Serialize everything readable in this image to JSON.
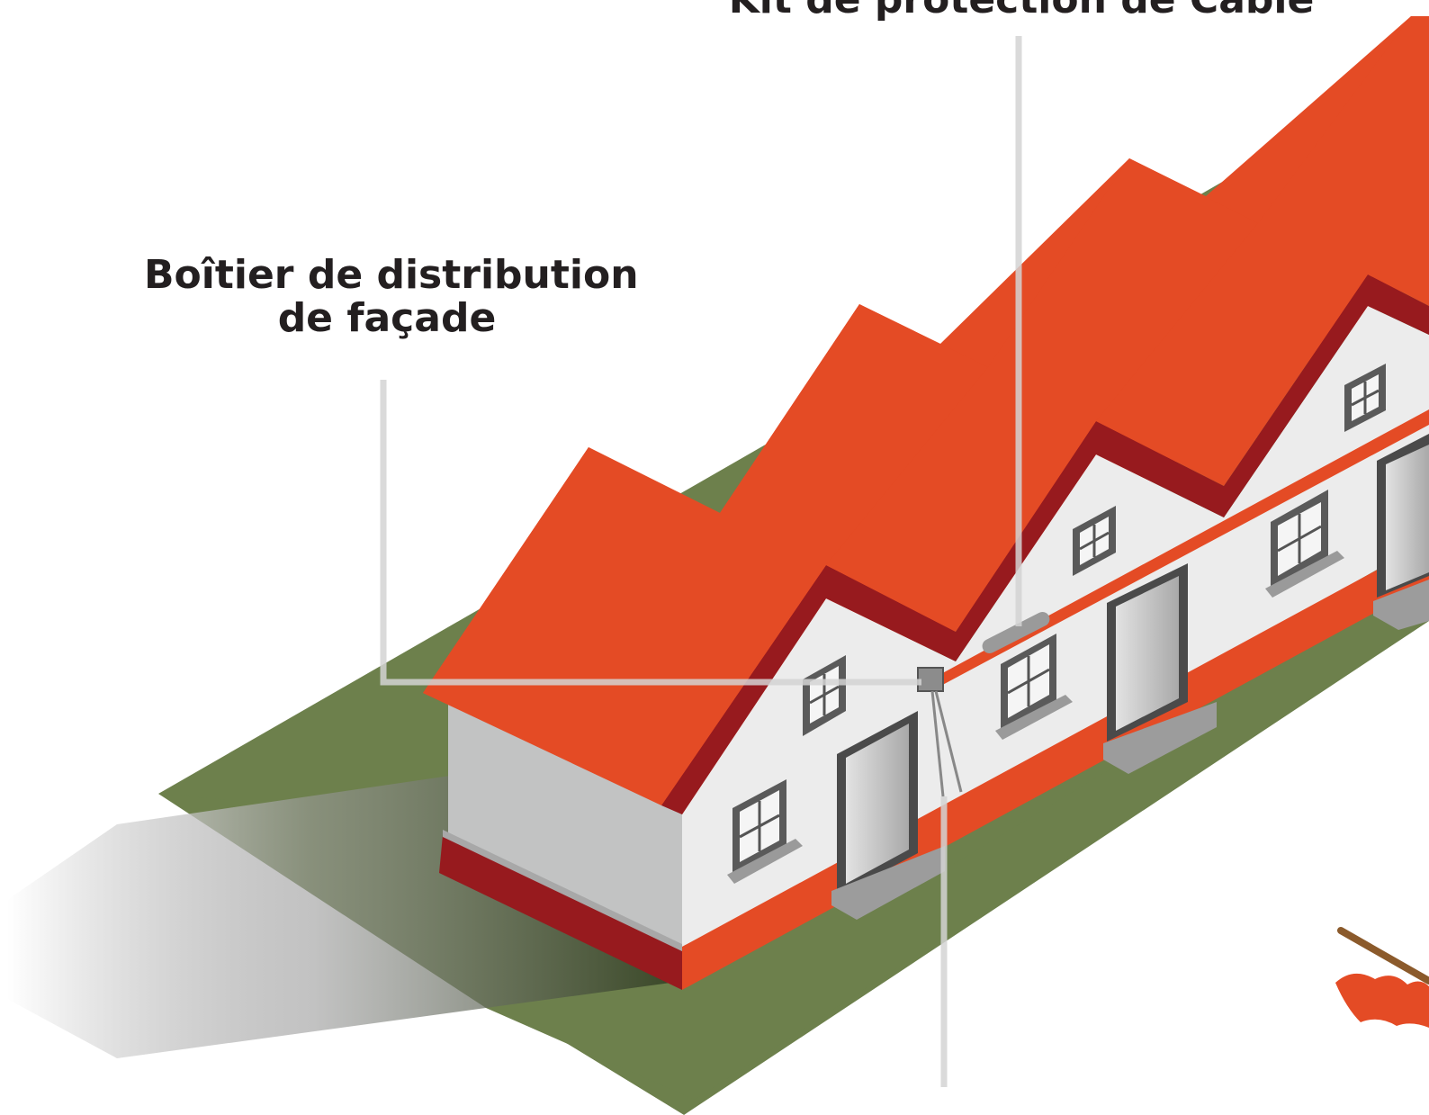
{
  "labels": {
    "box_line1": "Boîtier de distribution",
    "box_line2": "de façade",
    "cable_kit": "Kit de protection de Câble"
  },
  "colors": {
    "roof": "#e44b25",
    "roof_shadow": "#971a1e",
    "wall_light": "#ececec",
    "wall_shade": "#c2c3c3",
    "plinth": "#e44b25",
    "plinth_dark": "#971a1e",
    "ground": "#6d804c",
    "leader": "#d4d4d4",
    "text": "#231f20"
  }
}
